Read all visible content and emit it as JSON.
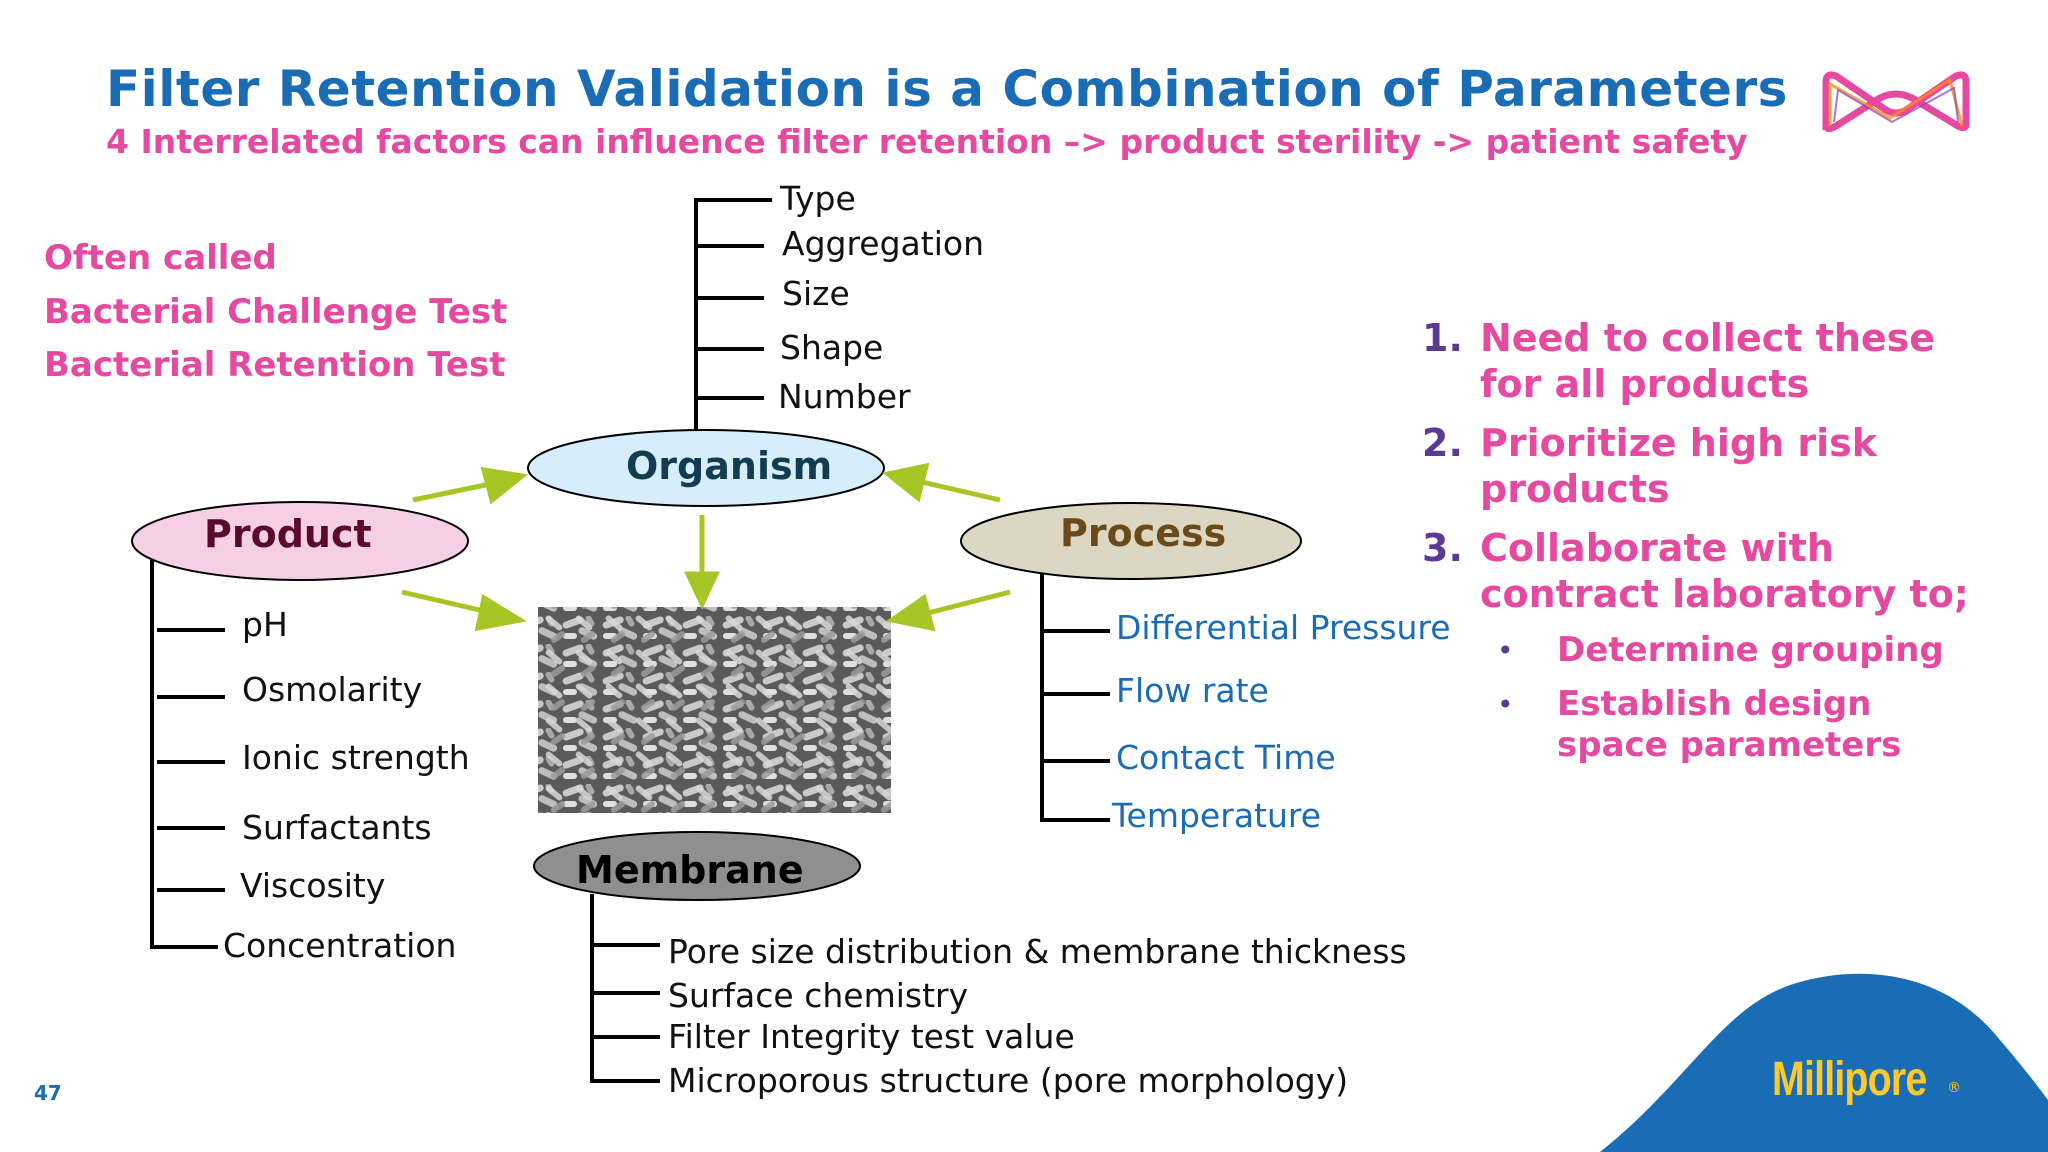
{
  "title": "Filter Retention Validation is a Combination of Parameters",
  "subtitle": "4 Interrelated factors can influence filter retention –> product sterility -> patient safety",
  "often_called": [
    "Often called",
    "Bacterial Challenge Test",
    "Bacterial Retention Test"
  ],
  "organism": {
    "label": "Organism",
    "items": [
      "Type",
      "Aggregation",
      "Size",
      "Shape",
      "Number"
    ]
  },
  "product": {
    "label": "Product",
    "items": [
      "pH",
      "Osmolarity",
      "Ionic strength",
      "Surfactants",
      "Viscosity",
      "Concentration"
    ]
  },
  "process": {
    "label": "Process",
    "items": [
      "Differential Pressure",
      "Flow rate",
      "Contact Time",
      "Temperature"
    ]
  },
  "membrane": {
    "label": "Membrane",
    "items": [
      "Pore size distribution & membrane thickness",
      "Surface chemistry",
      "Filter Integrity test value",
      "Microporous structure (pore morphology)"
    ]
  },
  "numbered_list": [
    {
      "num": "1.",
      "lines": [
        "Need to collect these",
        "for all products"
      ]
    },
    {
      "num": "2.",
      "lines": [
        "Prioritize high risk",
        "products"
      ]
    },
    {
      "num": "3.",
      "lines": [
        "Collaborate with",
        "contract laboratory to;"
      ]
    }
  ],
  "bullets": [
    {
      "marker": "•",
      "lines": [
        "Determine grouping"
      ]
    },
    {
      "marker": "•",
      "lines": [
        "Establish design",
        "space parameters"
      ]
    }
  ],
  "page_number": "47",
  "brand": {
    "name": "Millipore",
    "mark": "®"
  },
  "colors": {
    "title": "#1a6db4",
    "accent_pink": "#e64aa0",
    "arrow": "#a6c626",
    "brand_blue": "#1a6db4",
    "brand_yellow": "#ffc82d"
  }
}
